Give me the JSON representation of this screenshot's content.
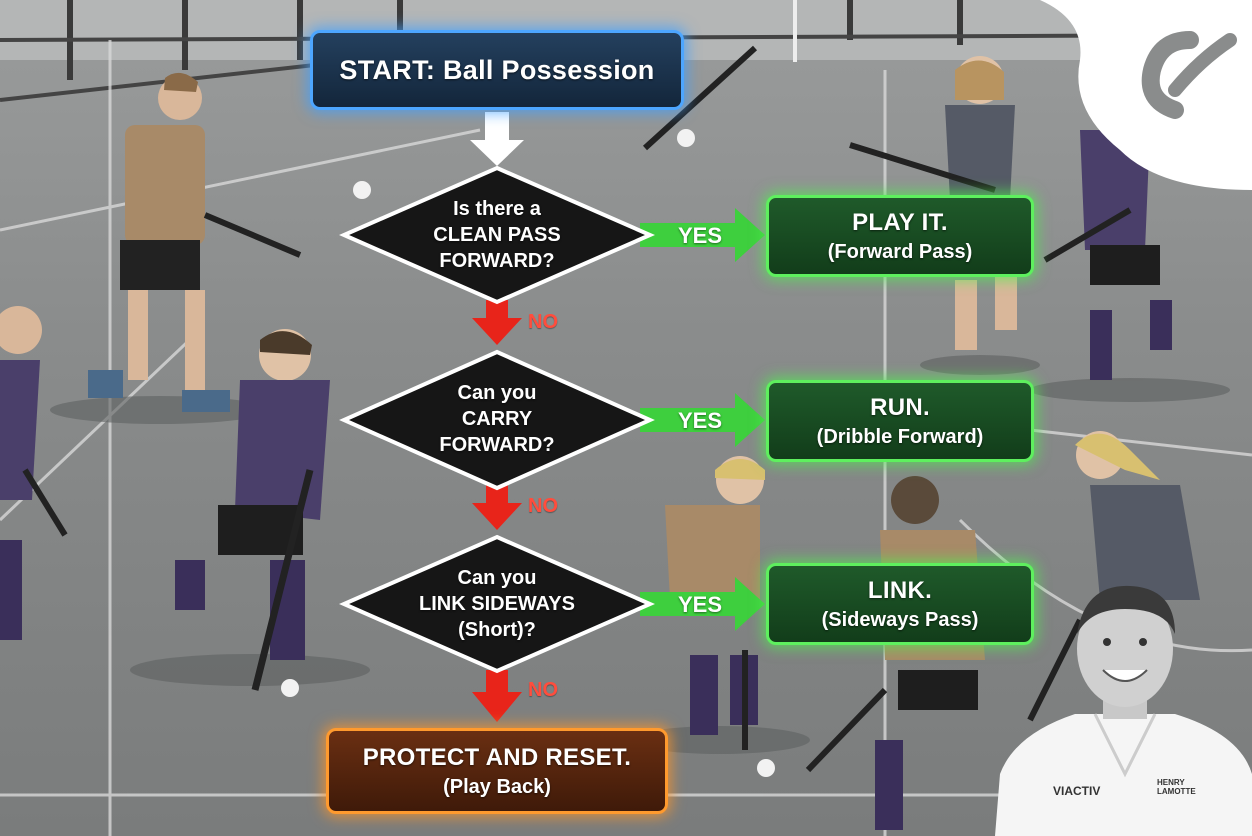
{
  "flowchart": {
    "start": {
      "label": "START: Ball Possession"
    },
    "decisions": [
      {
        "lines": [
          "Is there a",
          "CLEAN PASS",
          "FORWARD?"
        ],
        "yes_label": "YES",
        "no_label": "NO",
        "outcome": {
          "title": "PLAY IT.",
          "subtitle": "(Forward Pass)"
        }
      },
      {
        "lines": [
          "Can you",
          "CARRY",
          "FORWARD?"
        ],
        "yes_label": "YES",
        "no_label": "NO",
        "outcome": {
          "title": "RUN.",
          "subtitle": "(Dribble Forward)"
        }
      },
      {
        "lines": [
          "Can you",
          "LINK SIDEWAYS",
          "(Short)?"
        ],
        "yes_label": "YES",
        "no_label": "NO",
        "outcome": {
          "title": "LINK.",
          "subtitle": "(Sideways Pass)"
        }
      }
    ],
    "end": {
      "title": "PROTECT AND RESET.",
      "subtitle": "(Play Back)"
    }
  },
  "presenter": {
    "shirt_brand": "VIACTIV",
    "shirt_name": [
      "HENRY",
      "LAMOTTE"
    ]
  },
  "colors": {
    "start_border": "#4da6ff",
    "yes_green": "#3ecf3e",
    "no_red": "#e8241a",
    "end_border": "#ff9a2e"
  },
  "icons": [
    "arrow-down-icon",
    "arrow-right-icon",
    "brand-logo-icon"
  ]
}
